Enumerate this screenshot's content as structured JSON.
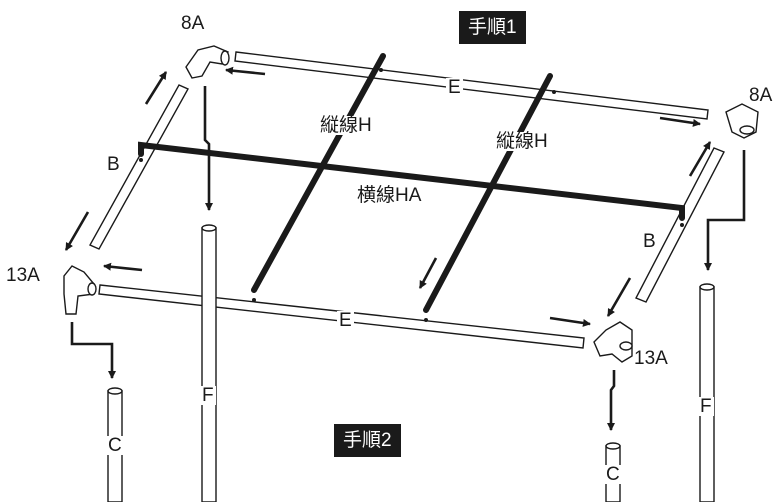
{
  "steps": {
    "step1": "手順1",
    "step2": "手順2"
  },
  "labels": {
    "joint_8a_left": "8A",
    "joint_8a_right": "8A",
    "joint_13a_left": "13A",
    "joint_13a_right": "13A",
    "pipe_e_top": "E",
    "pipe_e_bottom": "E",
    "pipe_b_left": "B",
    "pipe_b_right": "B",
    "pipe_f_left": "F",
    "pipe_f_right": "F",
    "pipe_c_left": "C",
    "pipe_c_right": "C",
    "wire_h_left": "縦線H",
    "wire_h_right": "縦線H",
    "wire_ha": "横線HA"
  },
  "colors": {
    "ink": "#1a1a1a",
    "pipe_fill": "#ffffff",
    "step_badge": "#1a1a1a"
  }
}
